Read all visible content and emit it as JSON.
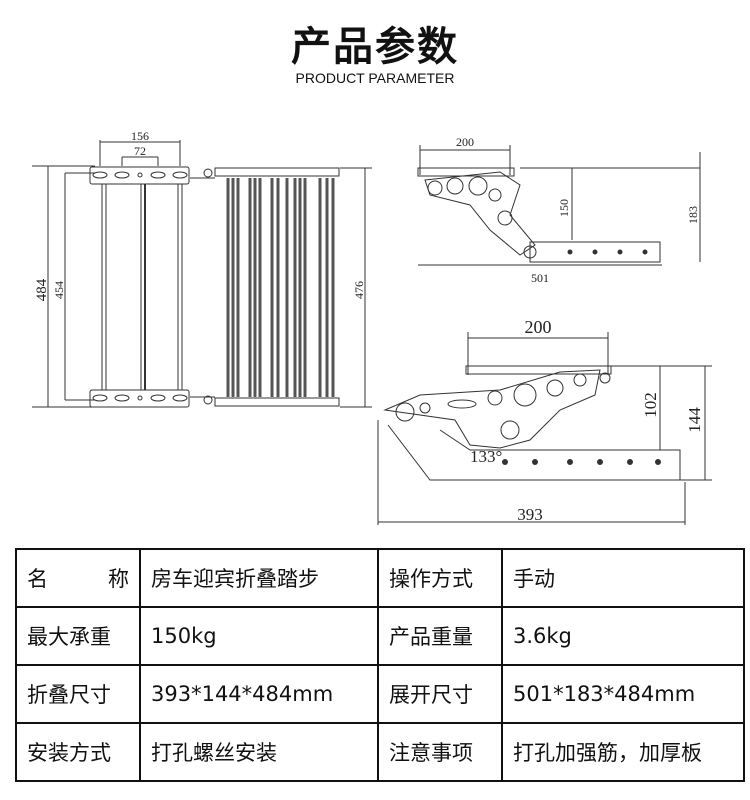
{
  "header": {
    "title": "产品参数",
    "subtitle": "PRODUCT PARAMETER"
  },
  "drawings": {
    "top_view": {
      "width_outer": "156",
      "width_inner": "72",
      "height_total": "484",
      "height_inner": "454",
      "step_length": "476"
    },
    "extended_side_view": {
      "top_width": "200",
      "inner_height": "150",
      "total_height": "183",
      "length": "501"
    },
    "folded_side_view": {
      "top_width": "200",
      "inner_height": "102",
      "total_height": "144",
      "angle": "133°",
      "length": "393"
    }
  },
  "table": {
    "rows": [
      {
        "label1_a": "名",
        "label1_b": "称",
        "value1": "房车迎宾折叠踏步",
        "label2": "操作方式",
        "value2": "手动"
      },
      {
        "label1": "最大承重",
        "value1": "150kg",
        "label2": "产品重量",
        "value2": "3.6kg"
      },
      {
        "label1": "折叠尺寸",
        "value1": "393*144*484mm",
        "label2": "展开尺寸",
        "value2": "501*183*484mm"
      },
      {
        "label1": "安装方式",
        "value1": "打孔螺丝安装",
        "label2": "注意事项",
        "value2": "打孔加强筋，加厚板"
      }
    ]
  }
}
